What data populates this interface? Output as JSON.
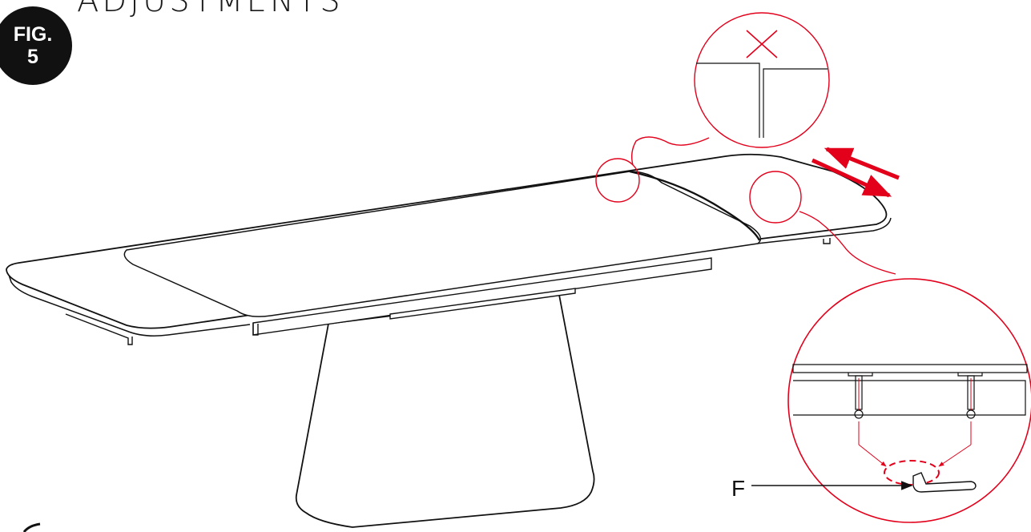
{
  "figure": {
    "heading": "ADJUSTMENTS",
    "badge_line1": "FIG.",
    "badge_line2": "5",
    "callout_label": "F"
  },
  "colors": {
    "line": "#111111",
    "detail_red": "#e3001b",
    "arrow_red": "#e3001b",
    "badge_bg": "#111111",
    "badge_text": "#ffffff"
  },
  "icons": {
    "extension_arrows": "double-red-arrow-icon",
    "wrong_mark": "x-icon",
    "tool": "allen-key-icon",
    "rotation": "rotate-arrow-icon"
  }
}
